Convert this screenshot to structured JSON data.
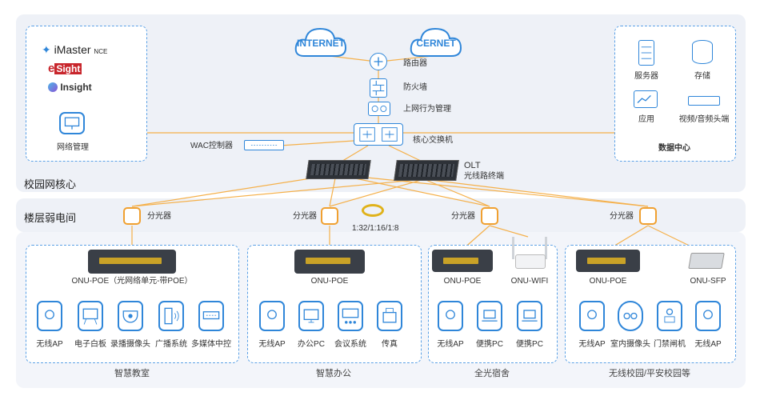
{
  "colors": {
    "accent": "#2f86d9",
    "fiber": "#f5b04a",
    "band": "#eef1f7",
    "dashed_border": "#5aa0e6"
  },
  "clouds": {
    "internet": "INTERNET",
    "cernet": "CERNET"
  },
  "core_chain": {
    "router": "路由器",
    "firewall": "防火墙",
    "behavior_mgmt": "上网行为管理",
    "core_switch": "核心交换机"
  },
  "mgmt": {
    "imaster": "iMaster",
    "imaster_suffix": "NCE",
    "esight_e": "e",
    "esight_rest": "Sight",
    "insight": "Insight",
    "network_mgmt": "网络管理"
  },
  "wac": "WAC控制器",
  "datacenter": {
    "server": "服务器",
    "storage": "存储",
    "app": "应用",
    "video": "视频/音频头端",
    "title": "数据中心"
  },
  "sections": {
    "campus_core": "校园网核心",
    "floor": "楼层弱电间"
  },
  "olt": {
    "label": "OLT",
    "sublabel": "光线路终端"
  },
  "splitter_label": "分光器",
  "split_ratio": "1:32/1:16/1:8",
  "groups": [
    {
      "onu": "ONU-POE（光网络单元-带POE）",
      "devices": [
        "无线AP",
        "电子白板",
        "录播摄像头",
        "广播系统",
        "多媒体中控"
      ],
      "footer": "智慧教室"
    },
    {
      "onu": "ONU-POE",
      "devices": [
        "无线AP",
        "办公PC",
        "会议系统",
        "传真"
      ],
      "footer": "智慧办公"
    },
    {
      "onu": "ONU-POE",
      "onu2": "ONU-WIFI",
      "devices": [
        "无线AP",
        "便携PC",
        "便携PC"
      ],
      "footer": "全光宿舍"
    },
    {
      "onu": "ONU-POE",
      "onu2": "ONU-SFP",
      "devices": [
        "无线AP",
        "室内摄像头",
        "门禁闸机",
        "无线AP"
      ],
      "footer": "无线校园/平安校园等"
    }
  ]
}
